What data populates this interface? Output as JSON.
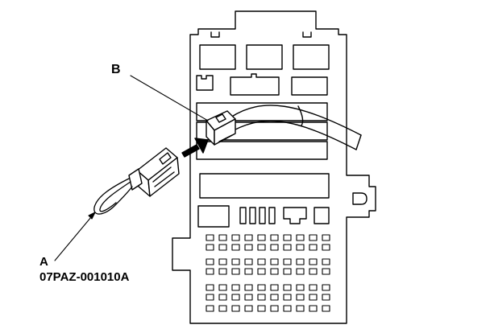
{
  "callouts": {
    "b": {
      "letter": "B"
    },
    "a": {
      "letter": "A",
      "part_number": "07PAZ-001010A"
    }
  },
  "colors": {
    "line": "#000000",
    "background": "#ffffff"
  }
}
